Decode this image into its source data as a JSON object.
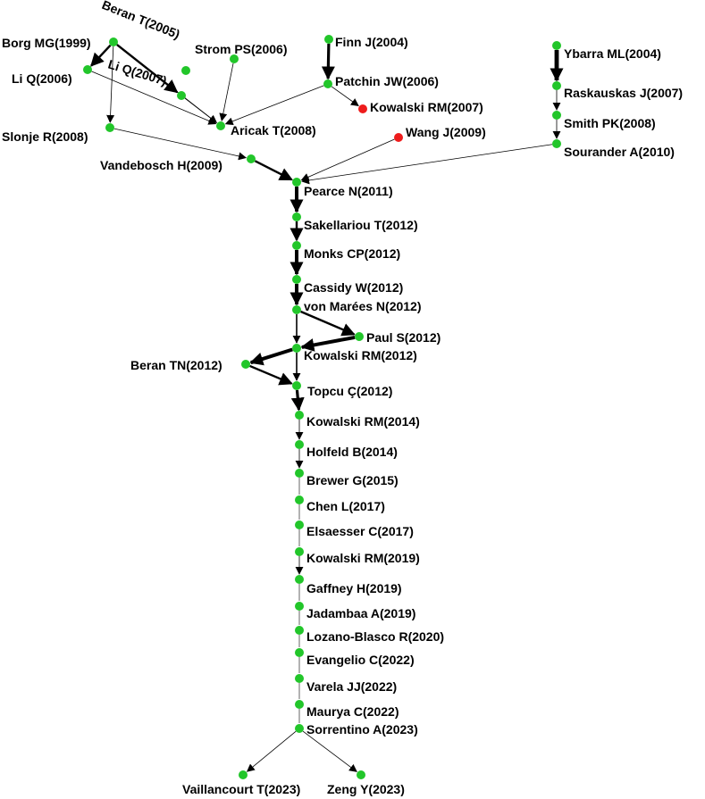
{
  "colors": {
    "node_default": "#22c62a",
    "node_highlight": "#ee1c1c",
    "edge": "#000000",
    "background": "#ffffff"
  },
  "nodes": [
    {
      "id": "borg",
      "label": "Borg MG(1999)",
      "status": "normal"
    },
    {
      "id": "beranT",
      "label": "Beran T(2005)",
      "status": "normal"
    },
    {
      "id": "strom",
      "label": "Strom PS(2006)",
      "status": "normal"
    },
    {
      "id": "liq06",
      "label": "Li Q(2006)",
      "status": "normal"
    },
    {
      "id": "liq07",
      "label": "Li Q(2007)",
      "status": "normal"
    },
    {
      "id": "finn",
      "label": "Finn J(2004)",
      "status": "normal"
    },
    {
      "id": "patchin",
      "label": "Patchin JW(2006)",
      "status": "normal"
    },
    {
      "id": "kowalski07",
      "label": "Kowalski RM(2007)",
      "status": "highlight"
    },
    {
      "id": "wang",
      "label": "Wang J(2009)",
      "status": "highlight"
    },
    {
      "id": "aricak",
      "label": "Aricak T(2008)",
      "status": "normal"
    },
    {
      "id": "slonje",
      "label": "Slonje R(2008)",
      "status": "normal"
    },
    {
      "id": "vandebosch",
      "label": "Vandebosch H(2009)",
      "status": "normal"
    },
    {
      "id": "ybarra",
      "label": "Ybarra ML(2004)",
      "status": "normal"
    },
    {
      "id": "raskauskas",
      "label": "Raskauskas J(2007)",
      "status": "normal"
    },
    {
      "id": "smith",
      "label": "Smith PK(2008)",
      "status": "normal"
    },
    {
      "id": "sourander",
      "label": "Sourander A(2010)",
      "status": "normal"
    },
    {
      "id": "pearce",
      "label": "Pearce N(2011)",
      "status": "normal"
    },
    {
      "id": "sakellariou",
      "label": "Sakellariou T(2012)",
      "status": "normal"
    },
    {
      "id": "monks",
      "label": "Monks CP(2012)",
      "status": "normal"
    },
    {
      "id": "cassidy",
      "label": "Cassidy W(2012)",
      "status": "normal"
    },
    {
      "id": "vonmarees",
      "label": "von Marées N(2012)",
      "status": "normal"
    },
    {
      "id": "paul",
      "label": "Paul S(2012)",
      "status": "normal"
    },
    {
      "id": "kowalski12",
      "label": "Kowalski RM(2012)",
      "status": "normal"
    },
    {
      "id": "berantn",
      "label": "Beran TN(2012)",
      "status": "normal"
    },
    {
      "id": "topcu",
      "label": "Topcu Ç(2012)",
      "status": "normal"
    },
    {
      "id": "kowalski14",
      "label": "Kowalski RM(2014)",
      "status": "normal"
    },
    {
      "id": "holfeld",
      "label": "Holfeld B(2014)",
      "status": "normal"
    },
    {
      "id": "brewer",
      "label": "Brewer G(2015)",
      "status": "normal"
    },
    {
      "id": "chen",
      "label": "Chen L(2017)",
      "status": "normal"
    },
    {
      "id": "elsaesser",
      "label": "Elsaesser C(2017)",
      "status": "normal"
    },
    {
      "id": "kowalski19",
      "label": "Kowalski RM(2019)",
      "status": "normal"
    },
    {
      "id": "gaffney",
      "label": "Gaffney H(2019)",
      "status": "normal"
    },
    {
      "id": "jadambaa",
      "label": "Jadambaa A(2019)",
      "status": "normal"
    },
    {
      "id": "lozano",
      "label": "Lozano-Blasco R(2020)",
      "status": "normal"
    },
    {
      "id": "evangelio",
      "label": "Evangelio C(2022)",
      "status": "normal"
    },
    {
      "id": "varela",
      "label": "Varela JJ(2022)",
      "status": "normal"
    },
    {
      "id": "maurya",
      "label": "Maurya C(2022)",
      "status": "normal"
    },
    {
      "id": "sorrentino",
      "label": "Sorrentino A(2023)",
      "status": "normal"
    },
    {
      "id": "vaillancourt",
      "label": "Vaillancourt T(2023)",
      "status": "normal"
    },
    {
      "id": "zeng",
      "label": "Zeng Y(2023)",
      "status": "normal"
    }
  ],
  "edges": [
    {
      "from": "borg",
      "to": "liq06",
      "weight": 3
    },
    {
      "from": "borg",
      "to": "liq07",
      "weight": 3
    },
    {
      "from": "borg",
      "to": "slonje",
      "weight": 1
    },
    {
      "from": "borg",
      "to": "aricak",
      "weight": 1
    },
    {
      "from": "liq07",
      "to": "aricak",
      "weight": 1
    },
    {
      "from": "liq06",
      "to": "aricak",
      "weight": 1
    },
    {
      "from": "strom",
      "to": "aricak",
      "weight": 1
    },
    {
      "from": "patchin",
      "to": "aricak",
      "weight": 1
    },
    {
      "from": "liq07",
      "to": "liq07",
      "weight": 0
    },
    {
      "from": "finn",
      "to": "patchin",
      "weight": 4
    },
    {
      "from": "patchin",
      "to": "kowalski07",
      "weight": 1
    },
    {
      "from": "ybarra",
      "to": "raskauskas",
      "weight": 6
    },
    {
      "from": "raskauskas",
      "to": "smith",
      "weight": 1
    },
    {
      "from": "smith",
      "to": "sourander",
      "weight": 1
    },
    {
      "from": "sourander",
      "to": "pearce",
      "weight": 1
    },
    {
      "from": "wang",
      "to": "pearce",
      "weight": 1
    },
    {
      "from": "slonje",
      "to": "vandebosch",
      "weight": 1
    },
    {
      "from": "vandebosch",
      "to": "pearce",
      "weight": 3
    },
    {
      "from": "pearce",
      "to": "sakellariou",
      "weight": 5
    },
    {
      "from": "sakellariou",
      "to": "monks",
      "weight": 3
    },
    {
      "from": "monks",
      "to": "cassidy",
      "weight": 5
    },
    {
      "from": "cassidy",
      "to": "vonmarees",
      "weight": 5
    },
    {
      "from": "vonmarees",
      "to": "paul",
      "weight": 3
    },
    {
      "from": "vonmarees",
      "to": "kowalski12",
      "weight": 2
    },
    {
      "from": "paul",
      "to": "kowalski12",
      "weight": 5
    },
    {
      "from": "kowalski12",
      "to": "berantn",
      "weight": 5
    },
    {
      "from": "kowalski12",
      "to": "topcu",
      "weight": 2
    },
    {
      "from": "berantn",
      "to": "topcu",
      "weight": 3
    },
    {
      "from": "topcu",
      "to": "kowalski14",
      "weight": 4
    },
    {
      "from": "kowalski14",
      "to": "holfeld",
      "weight": 1
    },
    {
      "from": "holfeld",
      "to": "brewer",
      "weight": 1
    },
    {
      "from": "brewer",
      "to": "chen",
      "weight": 0.5
    },
    {
      "from": "chen",
      "to": "elsaesser",
      "weight": 0.5
    },
    {
      "from": "elsaesser",
      "to": "kowalski19",
      "weight": 0.5
    },
    {
      "from": "kowalski19",
      "to": "gaffney",
      "weight": 1
    },
    {
      "from": "gaffney",
      "to": "jadambaa",
      "weight": 0.5
    },
    {
      "from": "jadambaa",
      "to": "lozano",
      "weight": 0.5
    },
    {
      "from": "lozano",
      "to": "evangelio",
      "weight": 0.5
    },
    {
      "from": "evangelio",
      "to": "varela",
      "weight": 0.5
    },
    {
      "from": "varela",
      "to": "maurya",
      "weight": 0.5
    },
    {
      "from": "maurya",
      "to": "sorrentino",
      "weight": 0.5
    },
    {
      "from": "sorrentino",
      "to": "vaillancourt",
      "weight": 1
    },
    {
      "from": "sorrentino",
      "to": "zeng",
      "weight": 1
    }
  ]
}
